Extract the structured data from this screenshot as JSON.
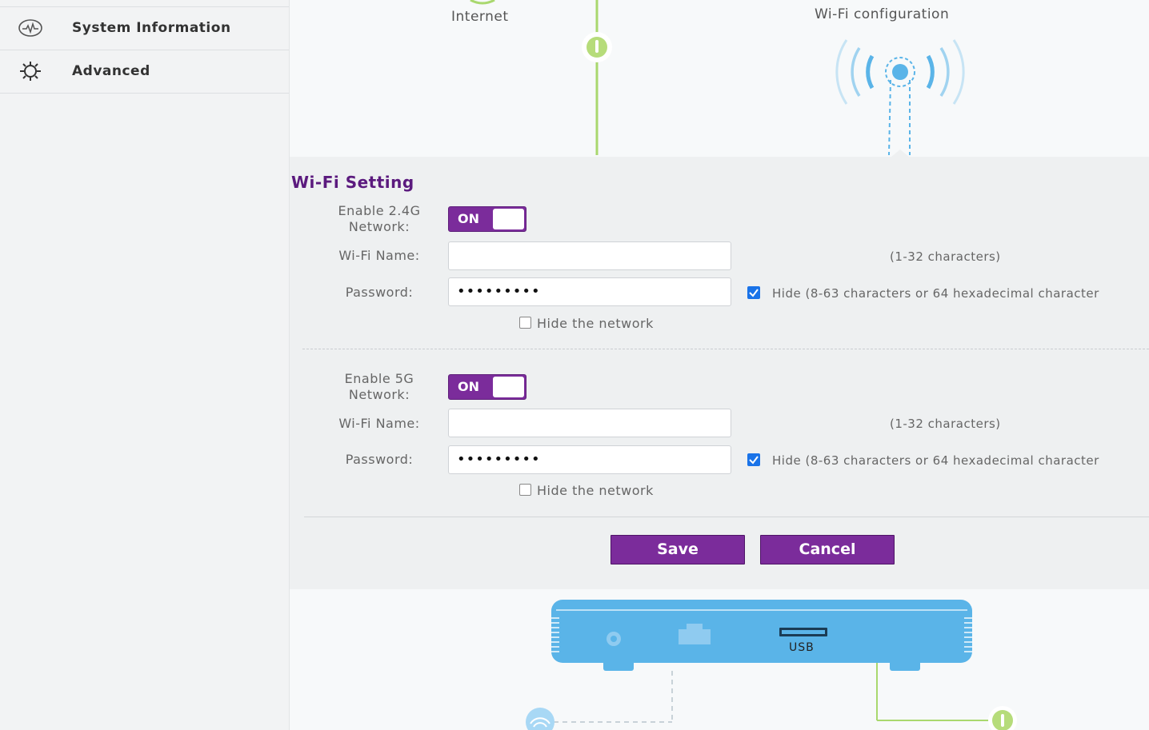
{
  "sidebar": {
    "items": [
      {
        "label": "System Information",
        "icon": "activity-icon"
      },
      {
        "label": "Advanced",
        "icon": "gear-icon"
      }
    ]
  },
  "diagram_top": {
    "internet_label": "Internet",
    "wifi_label": "Wi-Fi configuration",
    "accent_color": "#a9d86e",
    "wifi_color": "#5ab4e8"
  },
  "wifi_setting": {
    "title": "Wi-Fi Setting",
    "band_24": {
      "enable_label_line1": "Enable 2.4G",
      "enable_label_line2": "Network:",
      "toggle_label": "ON",
      "name_label": "Wi-Fi Name:",
      "name_value": "",
      "name_hint": "(1-32 characters)",
      "password_label": "Password:",
      "password_value": "•••••••••",
      "hide_password_label": "Hide (8-63 characters or 64 hexadecimal character",
      "hide_password_checked": true,
      "hide_network_label": "Hide the network",
      "hide_network_checked": false
    },
    "band_5": {
      "enable_label_line1": "Enable 5G",
      "enable_label_line2": "Network:",
      "toggle_label": "ON",
      "name_label": "Wi-Fi Name:",
      "name_value": "",
      "name_hint": "(1-32 characters)",
      "password_label": "Password:",
      "password_value": "•••••••••",
      "hide_password_label": "Hide (8-63 characters or 64 hexadecimal character",
      "hide_password_checked": true,
      "hide_network_label": "Hide the network",
      "hide_network_checked": false
    },
    "buttons": {
      "save": "Save",
      "cancel": "Cancel"
    },
    "brand_color": "#7b2c9b"
  },
  "diagram_bottom": {
    "usb_label": "USB",
    "device_color": "#5ab4e8"
  }
}
